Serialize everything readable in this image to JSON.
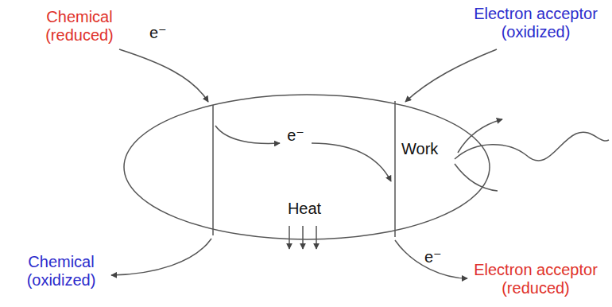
{
  "diagram": {
    "nodes": [
      {
        "text": [
          "e⁻",
          "Work",
          "Heat"
        ]
      }
    ],
    "labels": [
      "Chemical (reduced)",
      "e⁻",
      "Electron acceptor (oxidized)",
      "Chemical (oxidized)",
      "Electron acceptor (reduced)",
      "e⁻"
    ]
  }
}
